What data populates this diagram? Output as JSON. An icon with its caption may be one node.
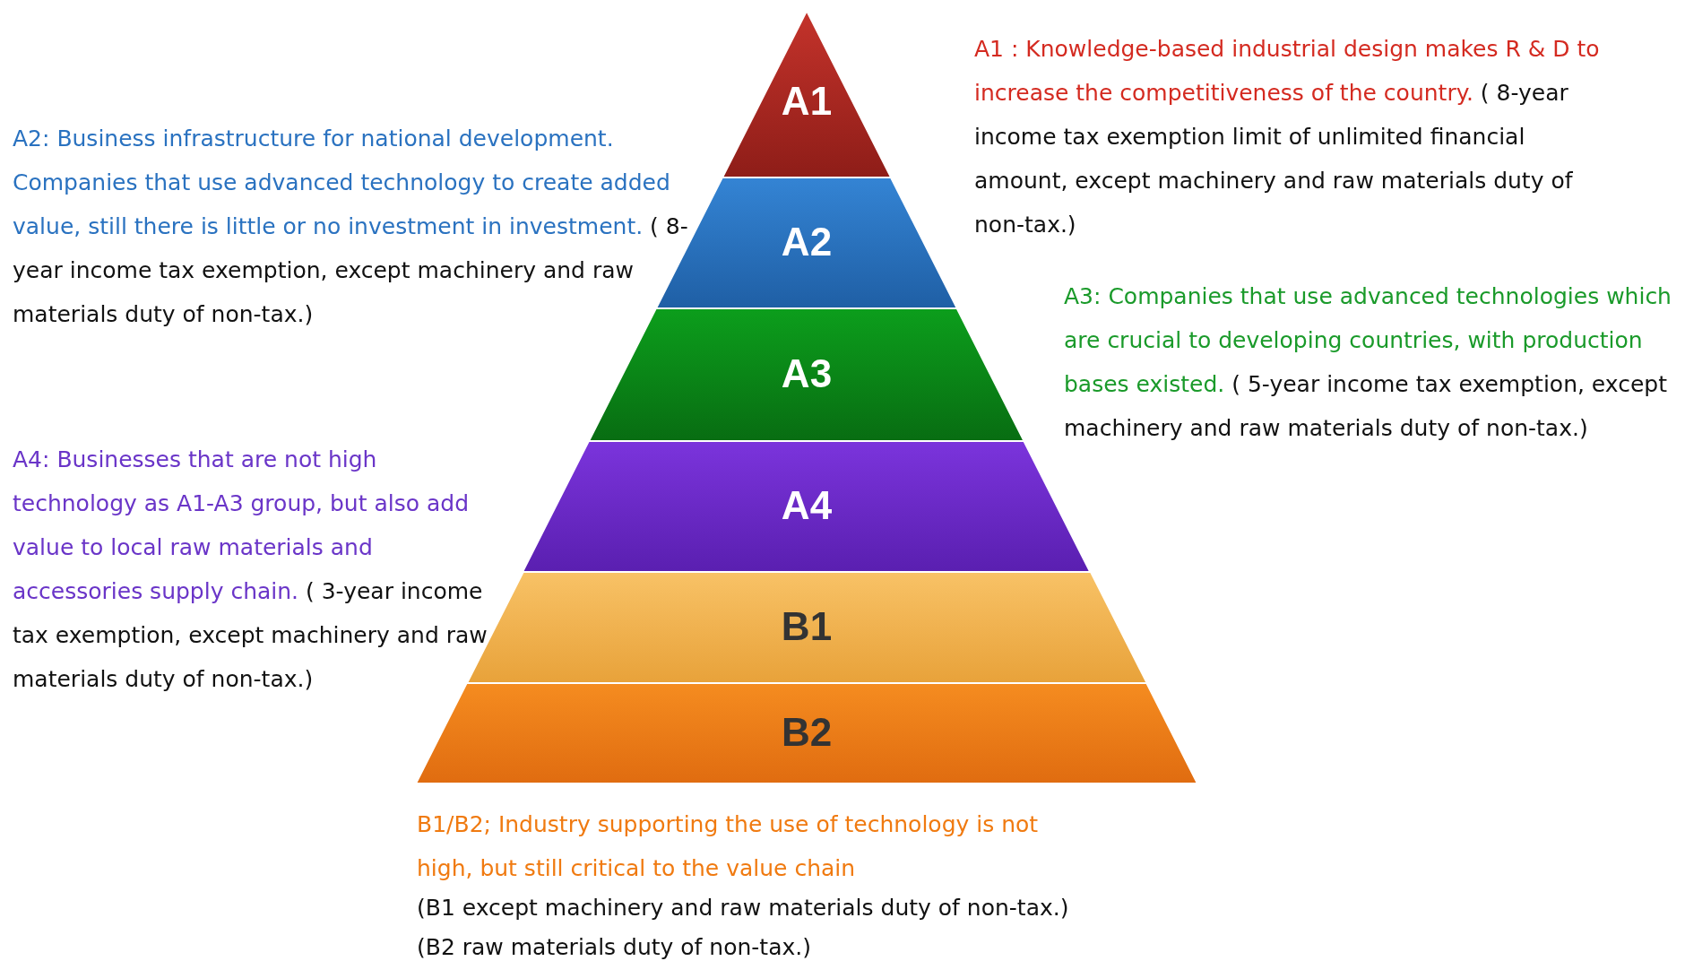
{
  "diagram": {
    "nodes": [
      {
        "text": [
          "A1"
        ],
        "beside": [
          "A1 : Knowledge-based industrial design makes R & D to increase the competitiveness of the country.",
          "( 8-year income tax exemption limit of unlimited financial amount, except machinery and raw materials duty of non-tax.)"
        ]
      },
      {
        "text": [
          "A2"
        ],
        "beside": [
          "A2: Business infrastructure for national development. Companies that use advanced technology to create added value, still there is little or no investment in investment.",
          "( 8-year income tax exemption, except machinery and raw materials duty of non-tax.)"
        ]
      },
      {
        "text": [
          "A3"
        ],
        "beside": [
          "A3: Companies that use advanced technologies which are crucial to developing countries, with production bases existed.",
          "( 5-year income tax exemption, except machinery and raw materials duty of non-tax.)"
        ]
      },
      {
        "text": [
          "A4"
        ],
        "beside": [
          "A4: Businesses that are not high technology as A1-A3 group, but also add value to local raw materials and accessories supply chain.",
          "( 3-year income tax exemption, except machinery and raw materials duty of non-tax.)"
        ]
      },
      {
        "text": [
          "B1"
        ]
      },
      {
        "text": [
          "B2"
        ]
      }
    ],
    "edges": [],
    "labels": [
      "B1/B2; Industry supporting the use of technology is not high, but still critical to the value chain",
      "(B1 except machinery and raw materials duty of non-tax.)",
      "(B2 raw materials duty of non-tax.)"
    ]
  }
}
